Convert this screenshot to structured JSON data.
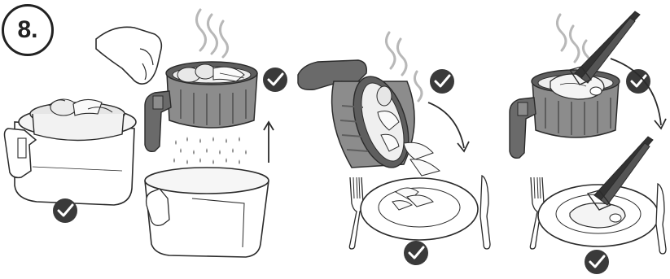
{
  "step": {
    "number": "8."
  },
  "panels": [
    {
      "id": "remove-basket",
      "check": "checkmark-icon"
    },
    {
      "id": "shake-off",
      "check": "checkmark-icon"
    },
    {
      "id": "pour-wedges",
      "check": "checkmark-icon"
    },
    {
      "id": "tongs-steak",
      "check": "checkmark-icon"
    }
  ],
  "colors": {
    "basket_grey": "#8c8c8c",
    "basket_dark": "#5e5e5e",
    "outline": "#2b2b2b",
    "steam": "#b8b8b8",
    "check_bg": "#3a3a3a",
    "food": "#ececec"
  }
}
